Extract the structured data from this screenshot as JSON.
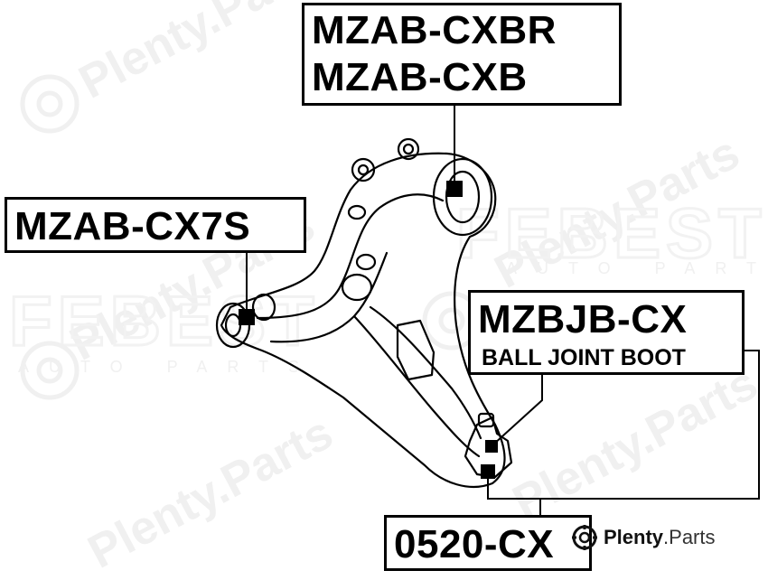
{
  "parts": {
    "top_upper": "MZAB-CXBR",
    "top_lower": "MZAB-CXB",
    "left": "MZAB-CX7S",
    "right": "MZBJB-CX",
    "right_sub": "BALL JOINT BOOT",
    "bottom": "0520-CX"
  },
  "brand": {
    "name": "Plenty",
    "suffix": ".Parts"
  },
  "watermarks": {
    "diag": "Plenty.Parts",
    "febest": "FEBEST",
    "auto": "AUTO PARTS"
  }
}
